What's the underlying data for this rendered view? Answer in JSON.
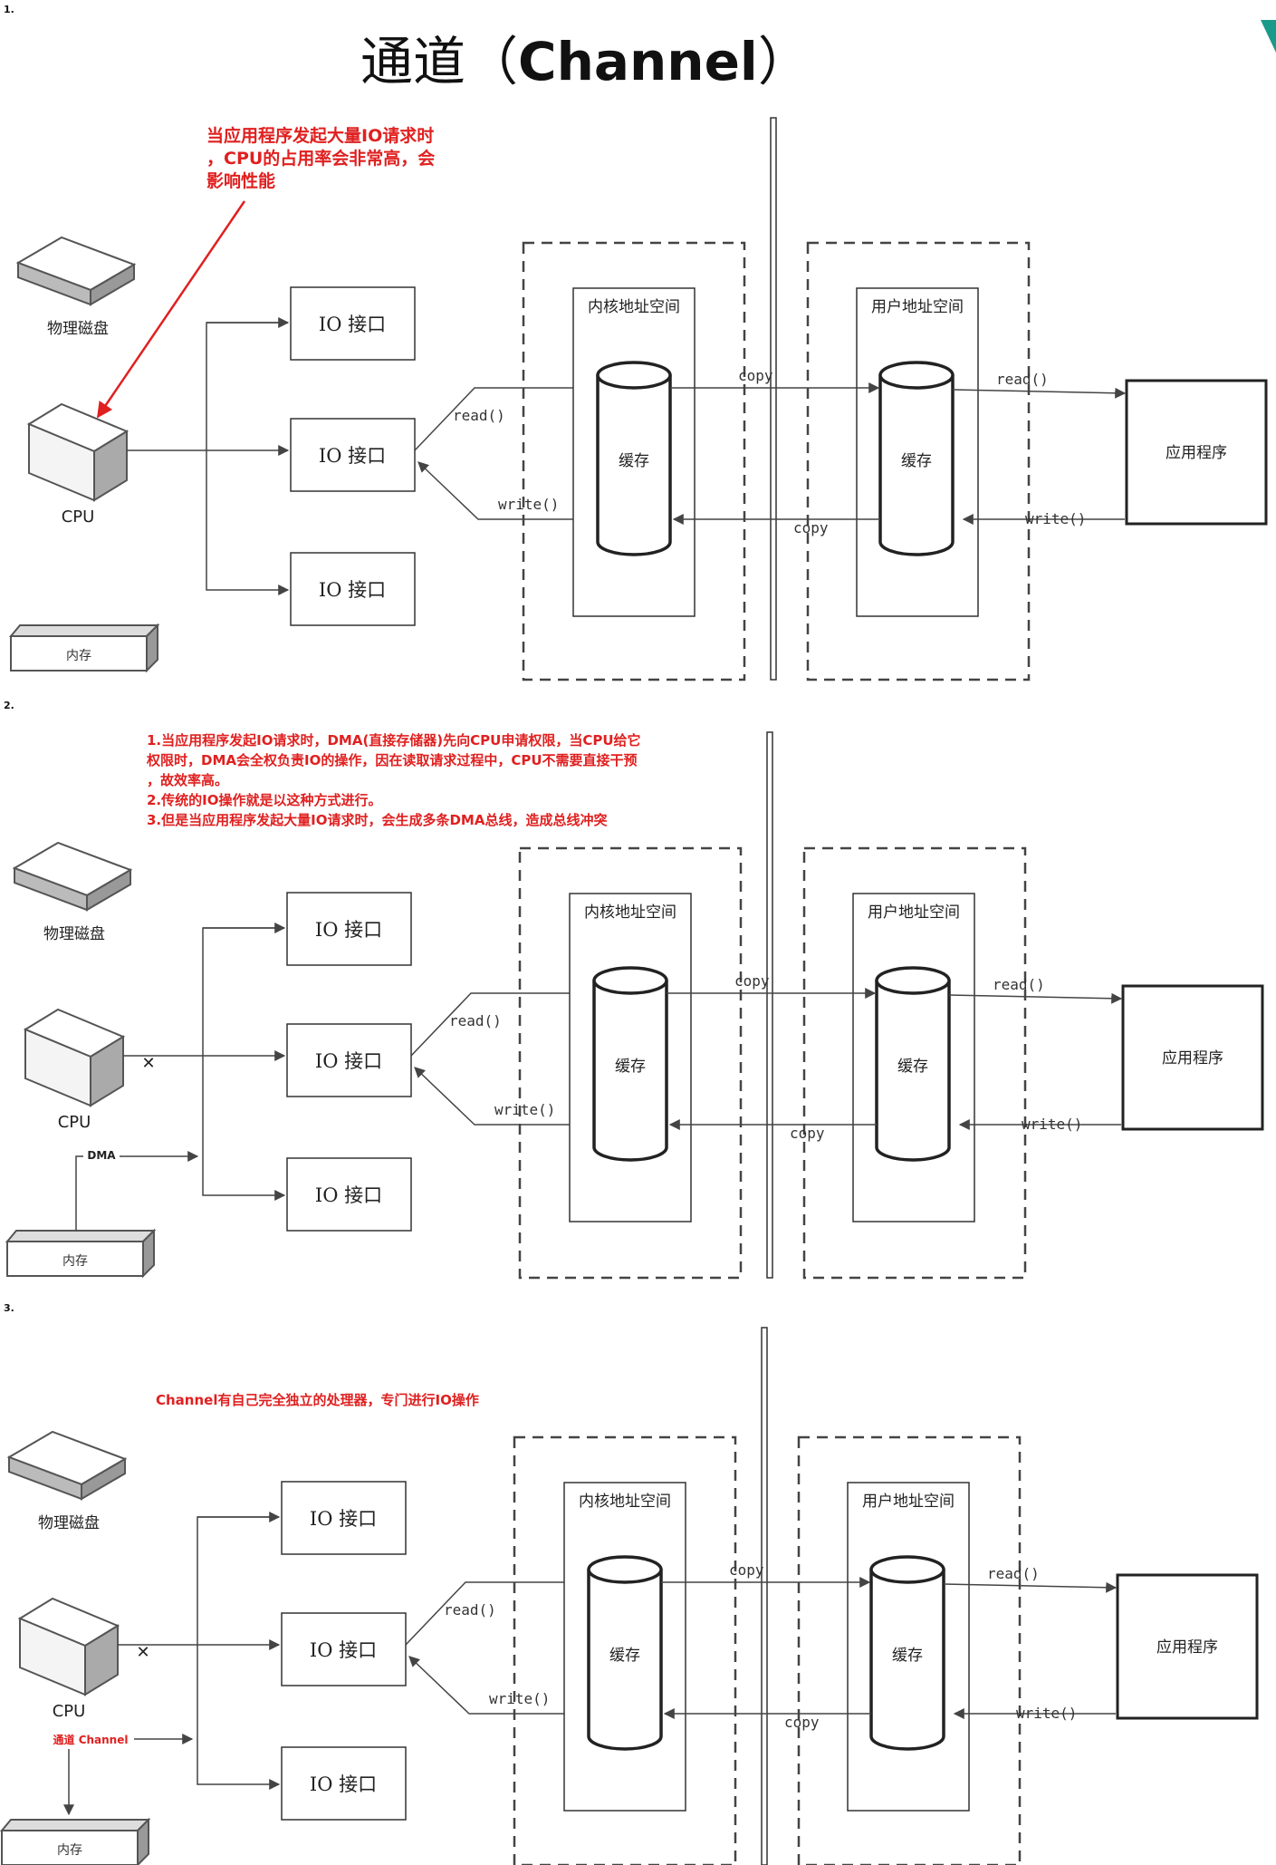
{
  "title": "通道（Channel）",
  "title_cn": "通道（",
  "title_en": "Channel",
  "title_close": "）",
  "labels": {
    "disk": "物理磁盘",
    "cpu": "CPU",
    "io": "IO 接口",
    "kernel_space": "内核地址空间",
    "user_space": "用户地址空间",
    "cache": "缓存",
    "app": "应用程序",
    "memory": "内存",
    "copy": "copy",
    "read": "read()",
    "write": "write()",
    "dma": "DMA",
    "channel": "通道 Channel",
    "x_mark": "✕"
  },
  "sections": [
    {
      "number": "1.",
      "note_lines": [
        "当应用程序发起大量IO请求时",
        "，CPU的占用率会非常高，会",
        "影响性能"
      ]
    },
    {
      "number": "2.",
      "note_lines": [
        "1.当应用程序发起IO请求时，DMA(直接存储器)先向CPU申请权限，当CPU给它",
        "权限时，DMA会全权负责IO的操作，因在读取请求过程中，CPU不需要直接干预",
        "，故效率高。",
        "2.传统的IO操作就是以这种方式进行。",
        "3.但是当应用程序发起大量IO请求时，会生成多条DMA总线，造成总线冲突"
      ]
    },
    {
      "number": "3.",
      "note_lines": [
        "Channel有自己完全独立的处理器，专门进行IO操作"
      ]
    }
  ],
  "colors": {
    "annotation": "#e02020",
    "teal_corner": "#1a9a8a",
    "line": "#444444"
  }
}
